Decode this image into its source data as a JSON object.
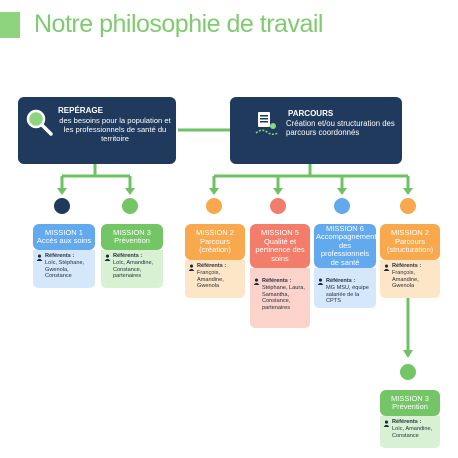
{
  "title": "Notre philosophie de travail",
  "colors": {
    "accent": "#7fcb6f",
    "navy": "#1f3a5c",
    "blue": "#63a9ee",
    "green": "#74c566",
    "orange": "#f9a94d",
    "coral": "#f27d6a"
  },
  "left_header": {
    "title": "REPÉRAGE",
    "text": "des besoins pour la population et les professionnels de santé du territoire",
    "icon": "magnifier-icon"
  },
  "right_header": {
    "title": "PARCOURS",
    "text": "Création et/ou structuration des parcours coordonnés",
    "icon": "clipboard-map-icon"
  },
  "missions": [
    {
      "id": "m1",
      "label": "MISSION 1\nAccès aux soins",
      "icon": "people-icon",
      "ref_header": "Référents :",
      "ref_text": "Loïc, Stéphane, Gwenola, Constance"
    },
    {
      "id": "m3a",
      "label": "MISSION 3\nPrévention",
      "icon": "handshake-icon",
      "ref_header": "Référents :",
      "ref_text": "Loïc, Amandine, Constance, partenaires"
    },
    {
      "id": "m2a",
      "label": "MISSION 2\nParcours\n(création)",
      "icon": "location-pin-icon",
      "ref_header": "Référents :",
      "ref_text": "François, Amandine, Gwenola"
    },
    {
      "id": "m5",
      "label": "MISSION 5\nQualité et pertinence des soins",
      "icon": "medal-icon",
      "ref_header": "Référents :",
      "ref_text": "Stéphane, Laura, Samantha, Constance, partenaires"
    },
    {
      "id": "m6",
      "label": "MISSION 6\nAccompagnement des professionnels de santé",
      "icon": "handshake-icon",
      "ref_header": "Référents :",
      "ref_text": "MG MSU, équipe salariée de la CPTS"
    },
    {
      "id": "m2b",
      "label": "MISSION 2\nParcours\n(structuration)",
      "icon": "location-pin-icon",
      "ref_header": "Référents :",
      "ref_text": "François, Amandine, Gwenola"
    },
    {
      "id": "m3b",
      "label": "MISSION 3\nPrévention",
      "icon": "handshake-icon",
      "ref_header": "Référents :",
      "ref_text": "Loïc, Amandine, Constance"
    }
  ]
}
